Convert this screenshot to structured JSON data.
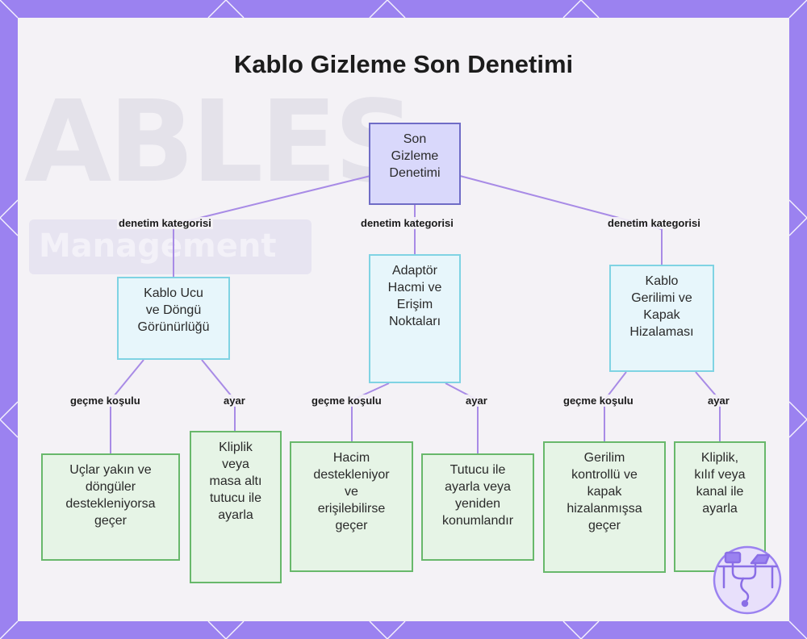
{
  "title": "Kablo Gizleme Son Denetimi",
  "background_text": {
    "big": "ABLES",
    "banner": "Management"
  },
  "root": {
    "label": "Son\nGizleme\nDenetimi"
  },
  "categories": [
    {
      "label": "Kablo Ucu\nve Döngü\nGörünürlüğü",
      "edge": "denetim kategorisi"
    },
    {
      "label": "Adaptör\nHacmi ve\nErişim\nNoktaları",
      "edge": "denetim kategorisi"
    },
    {
      "label": "Kablo\nGerilimi ve\nKapak\nHizalaması",
      "edge": "denetim kategorisi"
    }
  ],
  "leaves": [
    {
      "label": "Uçlar yakın ve\ndöngüler\ndestekleniyorsa\ngeçer",
      "edge": "geçme koşulu"
    },
    {
      "label": "Kliplik\nveya\nmasa altı\ntutucu ile\nayarla",
      "edge": "ayar"
    },
    {
      "label": "Hacim\ndestekleniyor\nve\nerişilebilirse\ngeçer",
      "edge": "geçme koşulu"
    },
    {
      "label": "Tutucu ile\nayarla veya\nyeniden\nkonumlandır",
      "edge": "ayar"
    },
    {
      "label": "Gerilim\nkontrollü ve\nkapak\nhizalanmışsa\ngeçer",
      "edge": "geçme koşulu"
    },
    {
      "label": "Kliplik,\nkılıf veya\nkanal ile\nayarla",
      "edge": "ayar"
    }
  ],
  "colors": {
    "frame": "#9b82f0",
    "root_fill": "#d9d8fb",
    "category_fill": "#e7f6fb",
    "leaf_fill": "#e6f4e6",
    "edge": "#a88be6"
  },
  "icons": {
    "logo": "desk-cable-management-icon"
  }
}
